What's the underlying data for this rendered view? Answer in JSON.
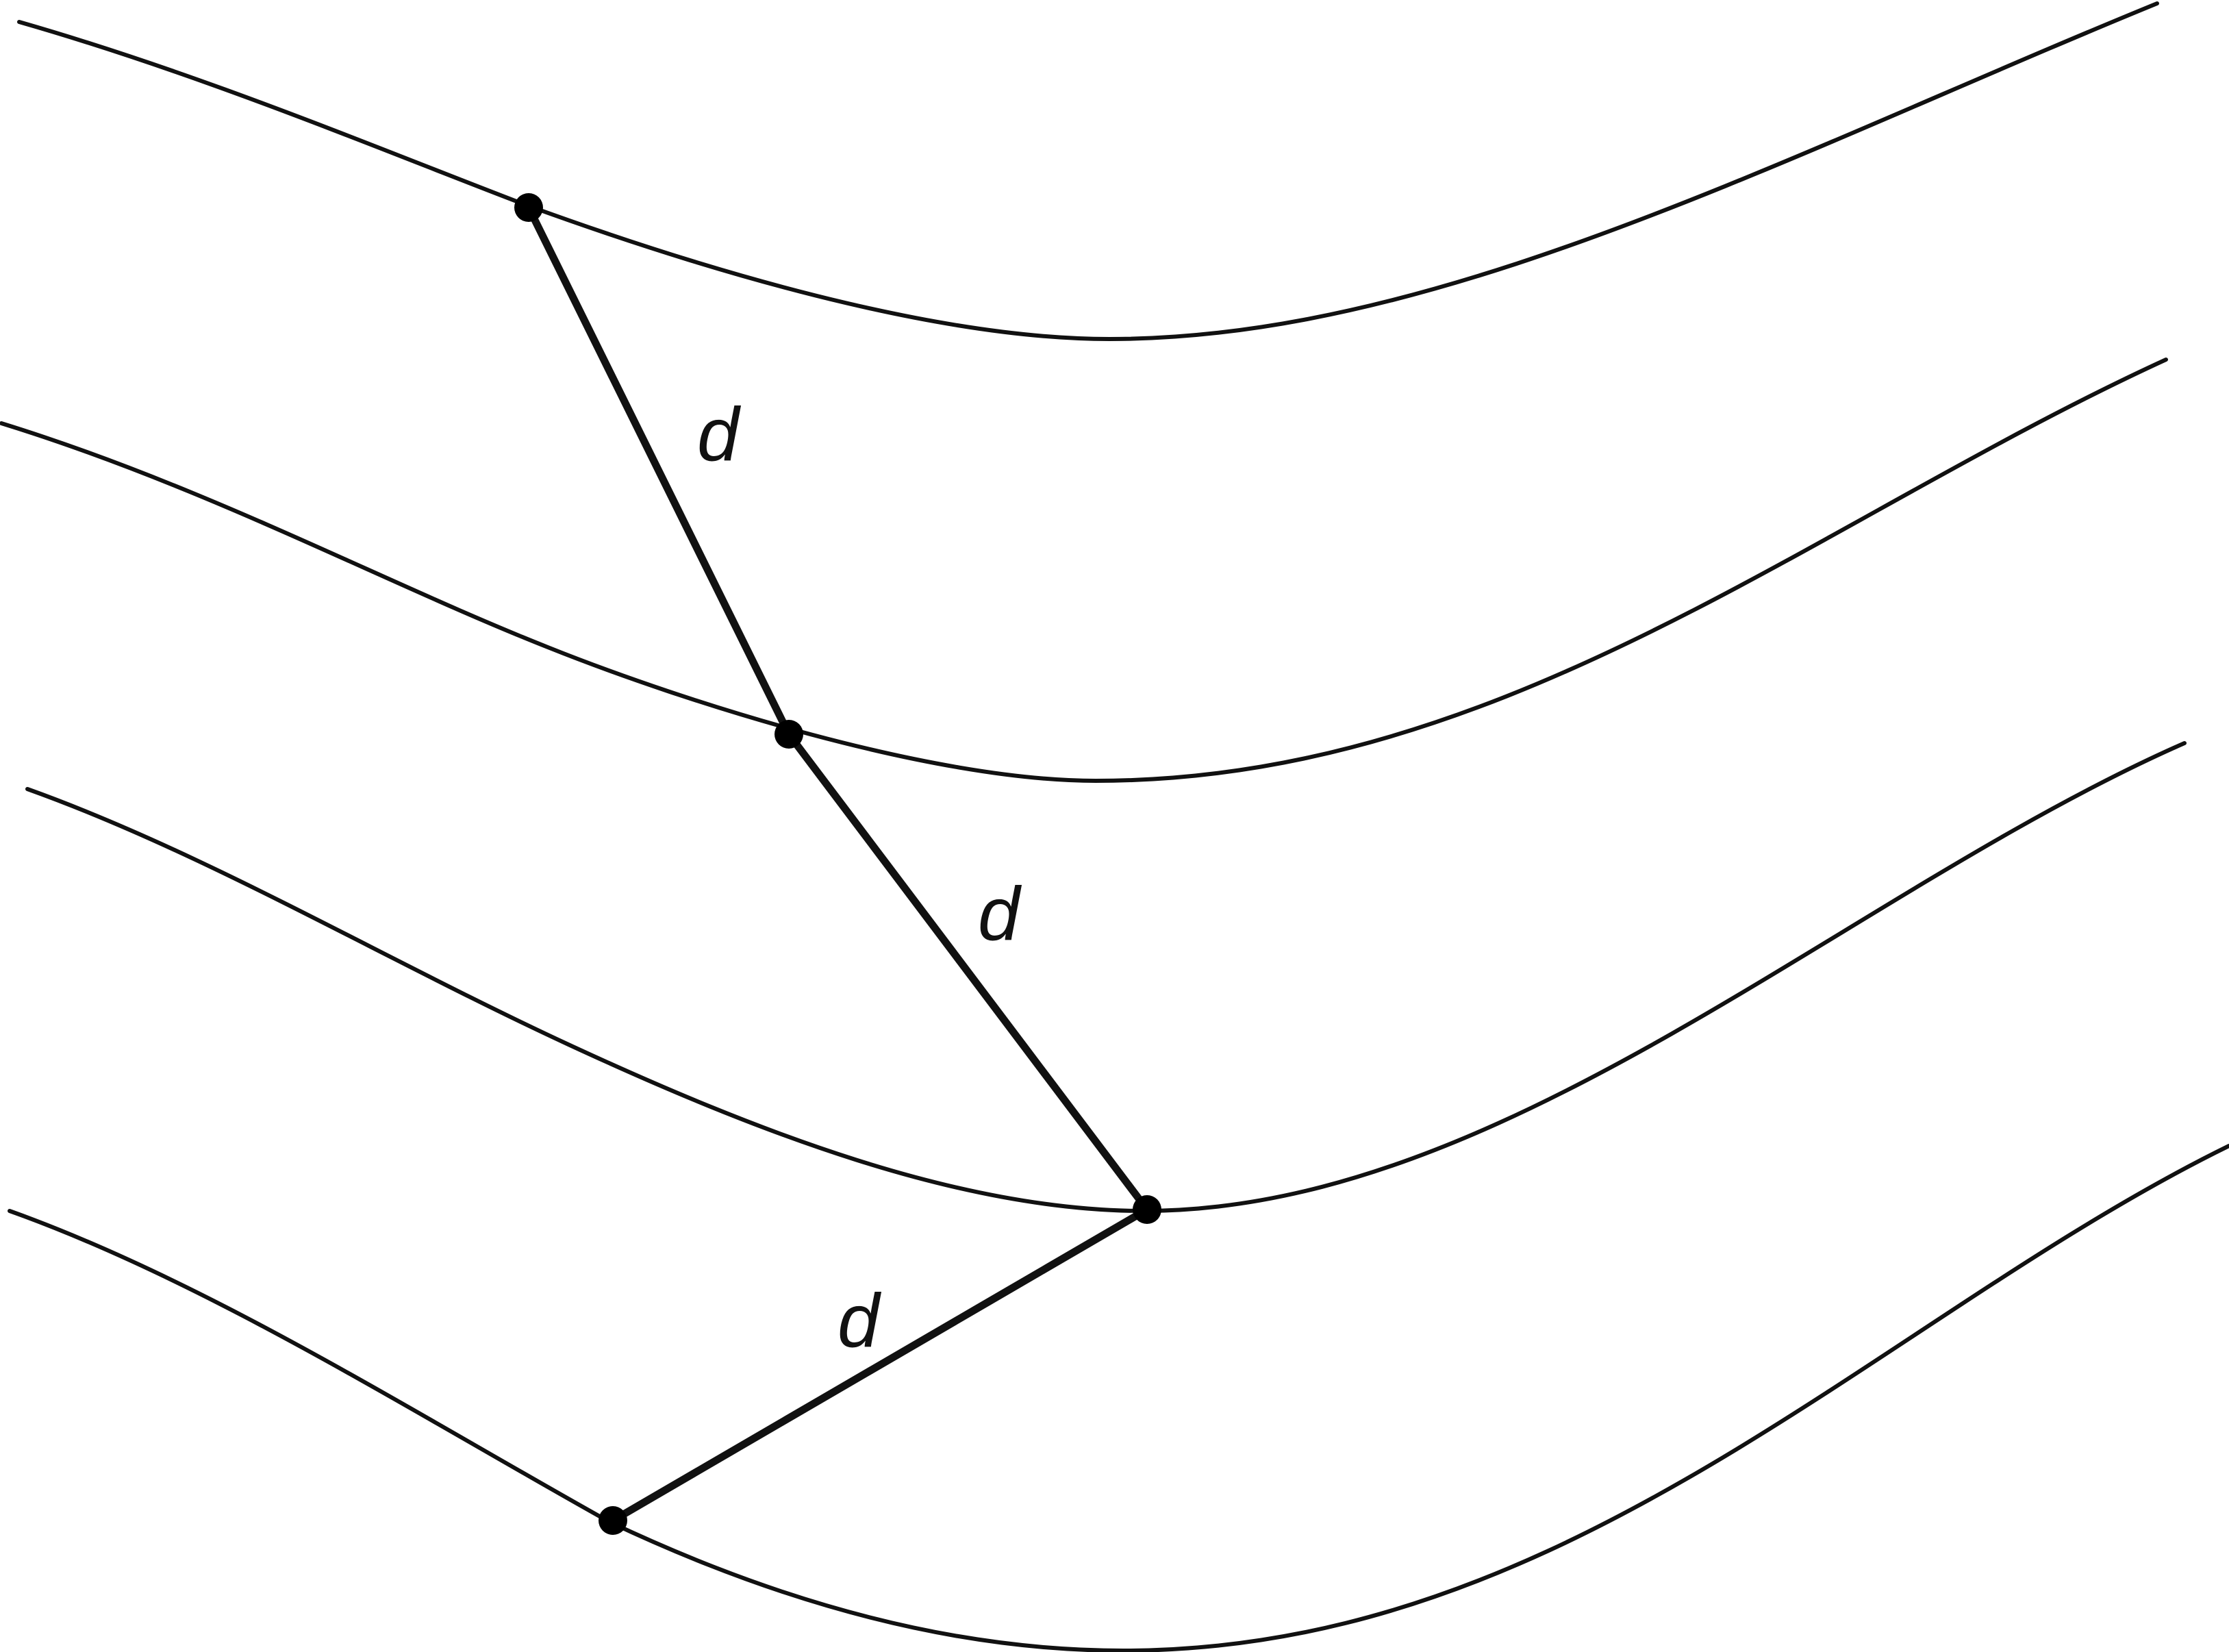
{
  "diagram": {
    "curves": [
      {
        "id": "curve-1"
      },
      {
        "id": "curve-2"
      },
      {
        "id": "curve-3"
      },
      {
        "id": "curve-4"
      }
    ],
    "points": [
      {
        "id": "point-1",
        "on": "curve-1"
      },
      {
        "id": "point-2",
        "on": "curve-2"
      },
      {
        "id": "point-3",
        "on": "curve-3"
      },
      {
        "id": "point-4",
        "on": "curve-4"
      }
    ],
    "segments": [
      {
        "from": "point-1",
        "to": "point-2",
        "label": "d"
      },
      {
        "from": "point-2",
        "to": "point-3",
        "label": "d"
      },
      {
        "from": "point-3",
        "to": "point-4",
        "label": "d"
      }
    ],
    "colors": {
      "line": "#111111",
      "point": "#000000",
      "background": "#ffffff"
    }
  }
}
